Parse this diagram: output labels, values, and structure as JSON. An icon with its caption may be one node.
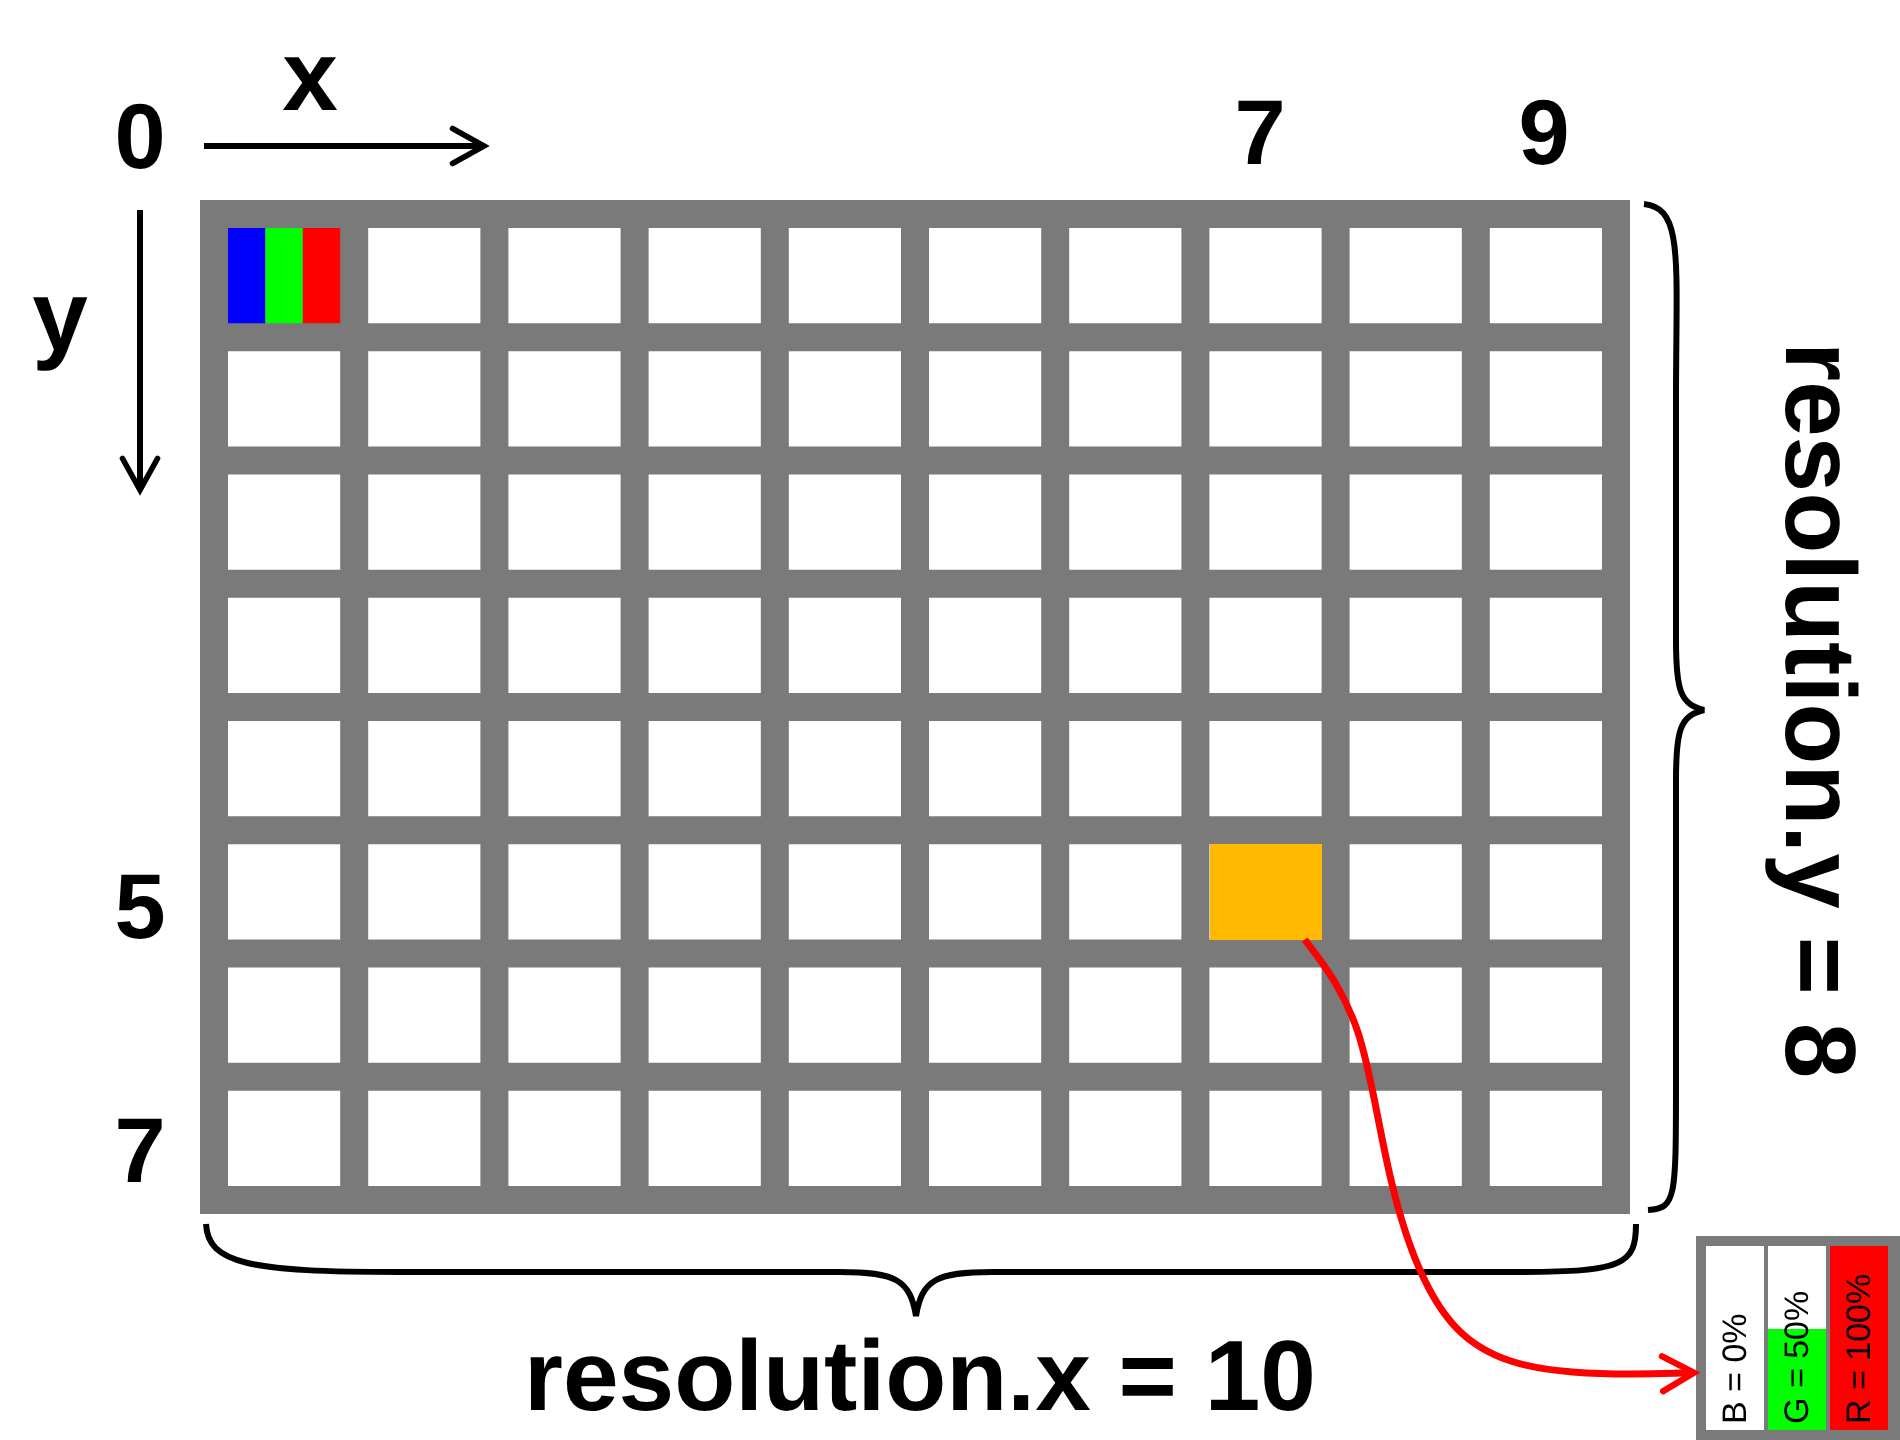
{
  "diagram": {
    "nodes": [
      {
        "text": [],
        "shape": "box"
      },
      {
        "text": [
          "B = 0%",
          "G = 50%",
          "R = 100%"
        ]
      }
    ],
    "edges": [
      {
        "from": 0,
        "to": 1,
        "arrow": "to",
        "color": "#ff0000"
      }
    ],
    "labels": [
      "x",
      "0",
      "7",
      "9",
      "y",
      "5",
      "7",
      "resolution.y = 8",
      "resolution.x = 10"
    ]
  }
}
